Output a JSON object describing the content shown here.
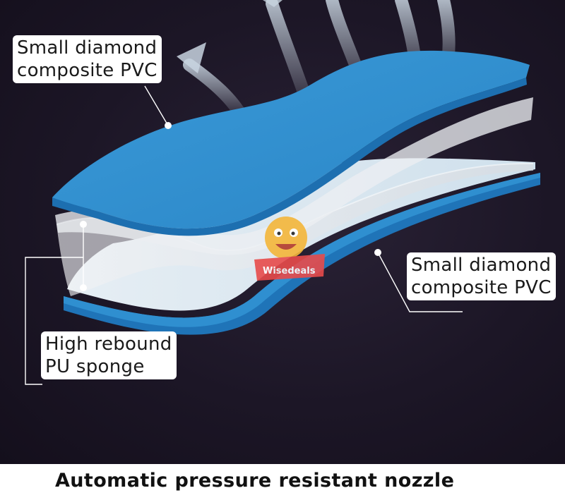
{
  "labels": {
    "top_layer": {
      "line1": "Small diamond",
      "line2": "composite PVC"
    },
    "bottom_layer": {
      "line1": "Small diamond",
      "line2": "composite PVC"
    },
    "middle_layer": {
      "line1": "High rebound",
      "line2": "PU sponge"
    }
  },
  "watermark": {
    "text": "Wisedeals",
    "icon": "smiley-icon"
  },
  "caption": "Automatic pressure resistant nozzle",
  "colors": {
    "pvc_blue": "#2f8fd0",
    "pvc_edge": "#1d6fb0",
    "sponge_white": "#dfe6ec",
    "background": "#1c1626"
  }
}
